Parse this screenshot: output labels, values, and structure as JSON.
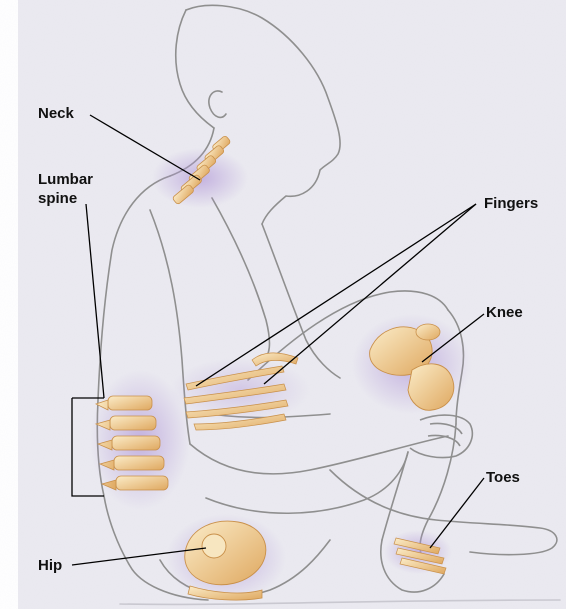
{
  "labels": {
    "neck": "Neck",
    "lumbar_line1": "Lumbar",
    "lumbar_line2": "spine",
    "fingers": "Fingers",
    "knee": "Knee",
    "toes": "Toes",
    "hip": "Hip"
  },
  "colors": {
    "paper": "#e9e8ef",
    "body_outline": "#8f8f8f",
    "bone": "#f3dcaa",
    "bone_shade": "#d9a35a",
    "inflammation": "#a98bd0",
    "leader_line": "#000000",
    "label_text": "#111111"
  }
}
